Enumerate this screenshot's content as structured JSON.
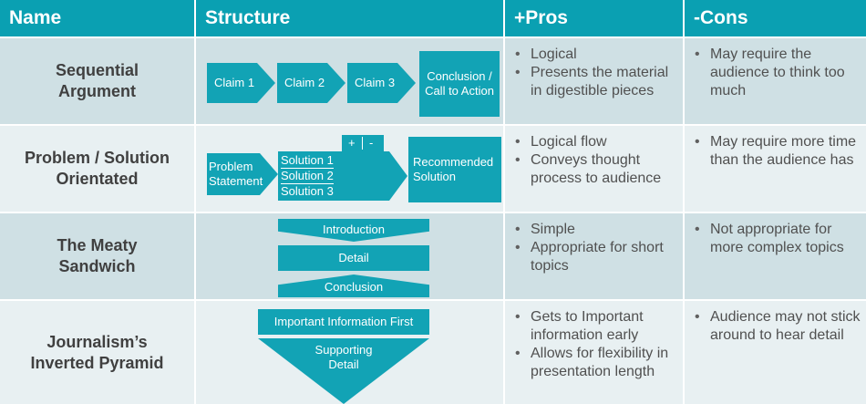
{
  "headers": [
    "Name",
    "Structure",
    "+Pros",
    "-Cons"
  ],
  "rows": [
    {
      "name": "Sequential\nArgument",
      "pros": [
        "Logical",
        "Presents the material in digestible pieces"
      ],
      "cons": [
        "May require the audience to think too much"
      ],
      "diagram": {
        "claims": [
          "Claim 1",
          "Claim 2",
          "Claim 3"
        ],
        "conclusion": "Conclusion / Call to Action"
      }
    },
    {
      "name": "Problem / Solution\nOrientated",
      "pros": [
        "Logical flow",
        "Conveys thought process to audience"
      ],
      "cons": [
        "May require more time than the audience has"
      ],
      "diagram": {
        "problem": "Problem Statement",
        "plus": "+",
        "minus": "-",
        "solutions": [
          "Solution 1",
          "Solution 2",
          "Solution 3"
        ],
        "recommended": "Recommended Solution"
      }
    },
    {
      "name": "The Meaty\nSandwich",
      "pros": [
        "Simple",
        "Appropriate for short topics"
      ],
      "cons": [
        "Not appropriate for more complex topics"
      ],
      "diagram": {
        "top": "Introduction",
        "middle": "Detail",
        "bottom": "Conclusion"
      }
    },
    {
      "name": "Journalism’s\nInverted Pyramid",
      "pros": [
        "Gets to Important information early",
        "Allows for flexibility in presentation length"
      ],
      "cons": [
        "Audience may not stick around to hear detail"
      ],
      "diagram": {
        "first": "Important Information First",
        "supporting": "Supporting Detail"
      }
    }
  ],
  "colors": {
    "header": "#0aa0b2",
    "row_dark": "#cfe0e4",
    "row_light": "#e8f0f2",
    "shape": "#12a3b5"
  }
}
